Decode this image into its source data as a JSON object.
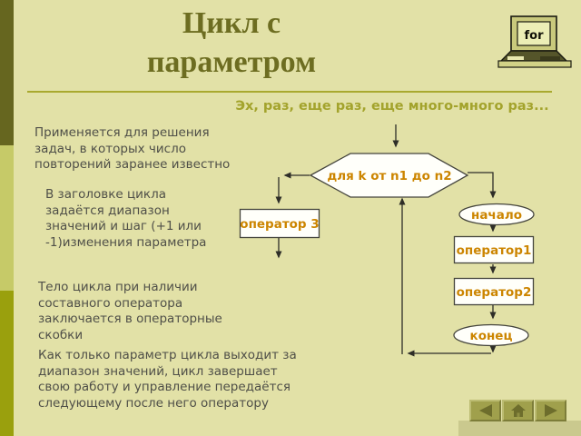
{
  "slide": {
    "title": "Цикл с\nпараметром",
    "subtitle": "Эх, раз, еще раз, еще много-много раз...",
    "paragraphs": {
      "p1": "Применяется для решения\nзадач, в которых число\nповторений заранее известно",
      "p2": "В заголовке цикла\nзадаётся диапазон\nзначений и шаг (+1 или\n-1)изменения параметра",
      "p3": "Тело цикла при наличии\nсоставного оператора\nзаключается в операторные\nскобки",
      "p4": "Как только параметр цикла выходит за\nдиапазон значений, цикл завершает\nсвою работу и управление передаётся\nследующему после него оператору"
    }
  },
  "laptop": {
    "screen_label": "for"
  },
  "flowchart": {
    "loop_header": "для k от n1 до n2",
    "after_loop": "оператор 3",
    "start": "начало",
    "body1": "оператор1",
    "body2": "оператор2",
    "end": "конец"
  },
  "colors": {
    "background": "#e2e1a7",
    "left_bar_dark": "#66661f",
    "left_bar_light": "#c6ca68",
    "left_bar_olive": "#9aa00d",
    "title_text": "#6d6d21",
    "subtitle_text": "#a3a32c",
    "body_text": "#4f4f48",
    "flow_label": "#cc8500",
    "nav_button": "#a0a04c"
  }
}
